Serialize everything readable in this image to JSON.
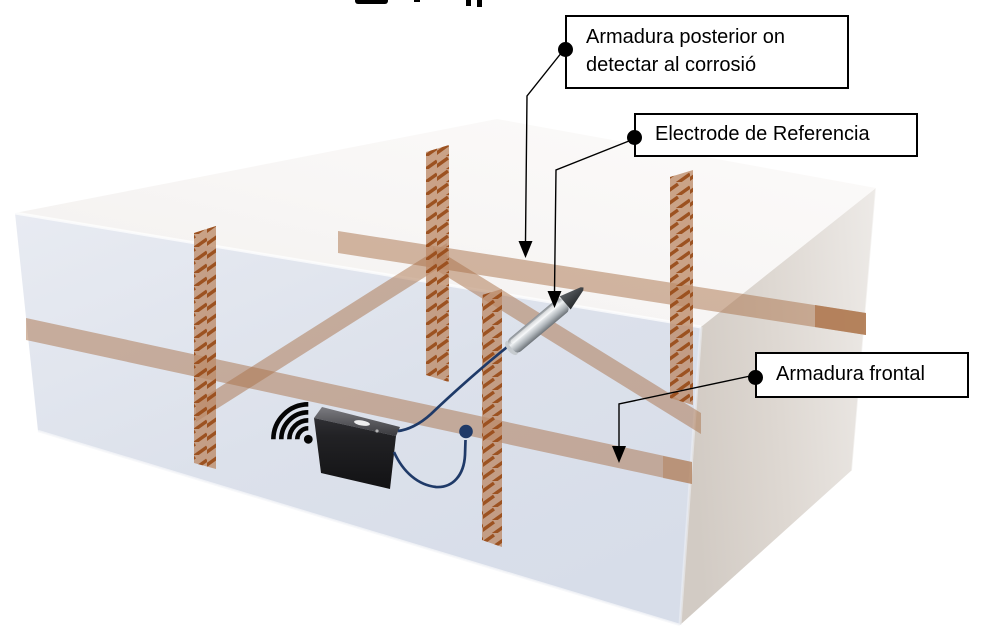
{
  "figure": {
    "description": "Esquema 3D d'un bloc de formigo amb armadures i sistema de deteccio de corrosio",
    "cropped_caption_fragment": true
  },
  "callouts": [
    {
      "id": "posterior",
      "line1": "Armadura posterior on",
      "line2": "detectar al corrosió"
    },
    {
      "id": "electrode",
      "text": "Electrode de Referencia"
    },
    {
      "id": "frontal",
      "text": "Armadura frontal"
    }
  ],
  "scene": {
    "background": "#ffffff",
    "block_top_color": "#f7f5f3",
    "block_front_color": "#dde2ec",
    "block_side_color": "#ddd6cf",
    "rebar_color": "#a9714a",
    "rebar_solid_color": "#b07a52",
    "rebar_rib_color": "#9a4e1c",
    "wire_color": "#1f3a68",
    "node_color": "#1f3a68",
    "device_color": "#1c1c1e",
    "electrode_body_color": "#c8cdd1",
    "electrode_tip_color": "#35393c",
    "callout_line_color": "#000000",
    "objects": [
      "concrete-block",
      "posterior-rebar-grid",
      "frontal-rebar-grid",
      "vertical-ribbed-rebars",
      "wireless-sensor-device",
      "wifi-signal-icon",
      "reference-electrode",
      "connection-wires",
      "rebar-connection-node"
    ]
  }
}
